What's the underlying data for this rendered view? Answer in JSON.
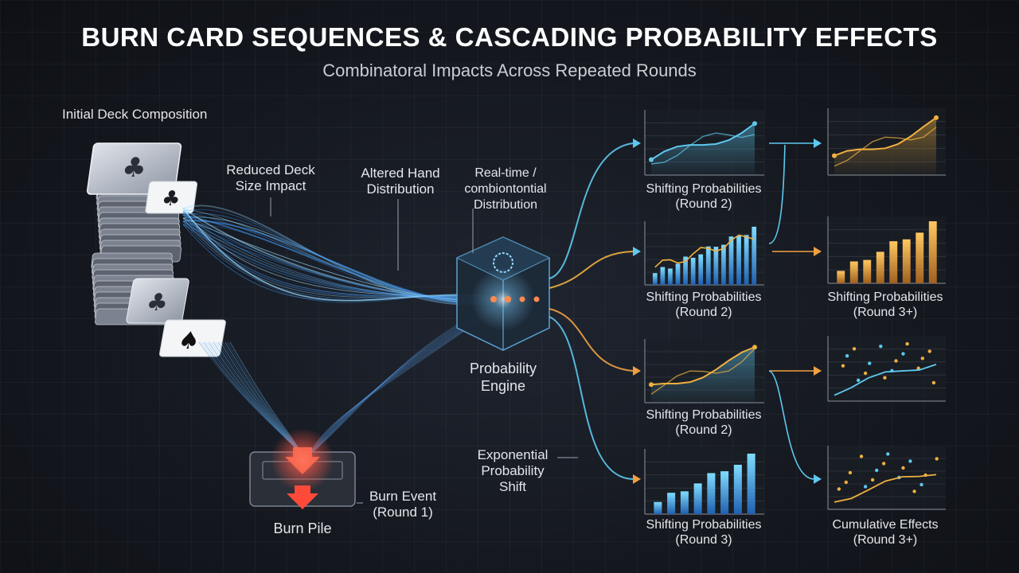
{
  "header": {
    "title": "BURN CARD SEQUENCES & CASCADING PROBABILITY EFFECTS",
    "subtitle": "Combinatoral Impacts Across Repeated Rounds"
  },
  "labels": {
    "initial_deck": "Initial Deck Composition",
    "reduced_deck": [
      "Reduced Deck",
      "Size Impact"
    ],
    "altered_hand": [
      "Altered Hand",
      "Distribution"
    ],
    "realtime": [
      "Real-time /",
      "combiontontial",
      "Distribution"
    ],
    "engine": [
      "Probability",
      "Engine"
    ],
    "exponential": [
      "Exponential",
      "Probability",
      "Shift"
    ],
    "burn_event": [
      "Burn Event",
      "(Round 1)"
    ],
    "burn_pile": "Burn Pile"
  },
  "panels": {
    "col1": [
      {
        "caption": [
          "Shifting Probabilities",
          "(Round 2)"
        ],
        "kind": "line",
        "accent": "#5ec8f0"
      },
      {
        "caption": [
          "Shifting Probabilities",
          "(Round 2)"
        ],
        "kind": "bar",
        "accent": "#3aa0e8"
      },
      {
        "caption": [
          "Shifting Probabilities",
          "(Round 2)"
        ],
        "kind": "line",
        "accent": "#f0b040"
      },
      {
        "caption": [
          "Shifting Probabilities",
          "(Round 3)"
        ],
        "kind": "bar",
        "accent": "#3aa0e8"
      }
    ],
    "col2": [
      {
        "caption": [],
        "kind": "line",
        "accent": "#f0b040"
      },
      {
        "caption": [
          "Shifting Probabilities",
          "(Round 3+)"
        ],
        "kind": "bar",
        "accent": "#f0b040"
      },
      {
        "caption": [],
        "kind": "scatter",
        "accent": "#5ec8f0"
      },
      {
        "caption": [
          "Cumulative Effects",
          "(Round 3+)"
        ],
        "kind": "scatter",
        "accent": "#f0b040"
      }
    ]
  },
  "colors": {
    "blue": "#5ec8f0",
    "orange": "#f0a040",
    "red": "#ff5a4a"
  }
}
